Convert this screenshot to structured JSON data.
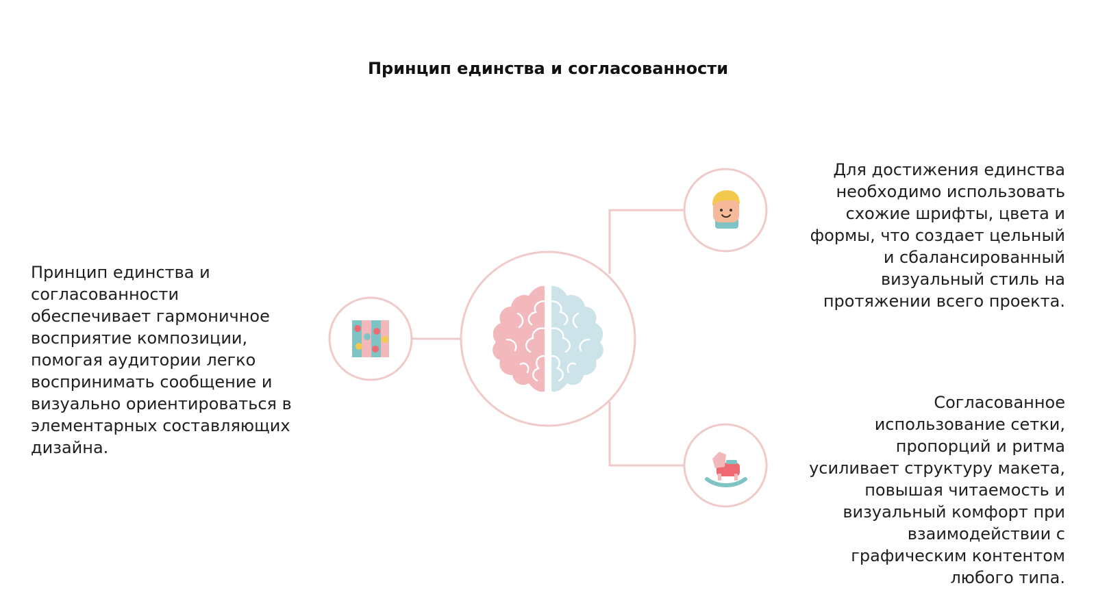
{
  "title": "Принцип единства и согласованности",
  "left_text": "Принцип единства и\nсогласованности\nобеспечивает гармоничное\nвосприятие композиции,\nпомогая аудитории легко\nвоспринимать сообщение и\nвизуально ориентироваться в\nэлементарных составляющих\nдизайна.",
  "right_top_text": "Для достижения единства\nнеобходимо использовать\nсхожие шрифты, цвета и\nформы, что создает цельный\nи сбалансированный\nвизуальный стиль на\nпротяжении всего проекта.",
  "right_bottom_text": "Согласованное\nиспользование сетки,\nпропорций и ритма\nусиливает структуру макета,\nповышая читаемость и\nвизуальный комфорт при\nвзаимодействии с\nграфическим контентом\nлюбого типа.",
  "colors": {
    "ring": "#f0c9c9",
    "connector": "#f0c9c9",
    "brain_left": "#f2b8bc",
    "brain_right": "#cde3ea",
    "accent_teal": "#7fc4c4",
    "accent_red": "#ee6a72",
    "accent_yellow": "#f2c94c",
    "skin": "#f6b99a"
  },
  "icons": {
    "center": "brain-icon",
    "left": "puzzle-blocks-icon",
    "top_right": "child-face-icon",
    "bottom_right": "rocking-horse-icon"
  }
}
